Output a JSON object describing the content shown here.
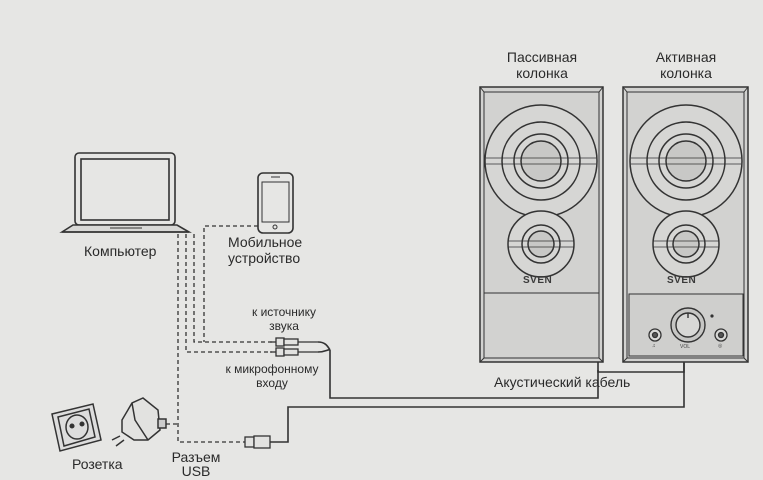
{
  "labels": {
    "passive_speaker": [
      "Пассивная",
      "колонка"
    ],
    "active_speaker": [
      "Активная",
      "колонка"
    ],
    "computer": "Компьютер",
    "mobile_device": [
      "Мобильное",
      "устройство"
    ],
    "audio_source": [
      "к источнику",
      "звука"
    ],
    "mic_input": [
      "к микрофонному",
      "входу"
    ],
    "speaker_cable": "Акустический кабель",
    "socket": "Розетка",
    "usb_connector": [
      "Разъем",
      "USB"
    ]
  },
  "brand": {
    "passive": "SVEN",
    "active": "SVEN"
  },
  "active_panel": {
    "left_jack_mark": "♫",
    "right_jack_mark": "◎",
    "volume_mark": "VOL"
  },
  "colors": {
    "background": "#e6e6e4",
    "line": "#333333",
    "speaker_fill": "#d2d2d0"
  }
}
